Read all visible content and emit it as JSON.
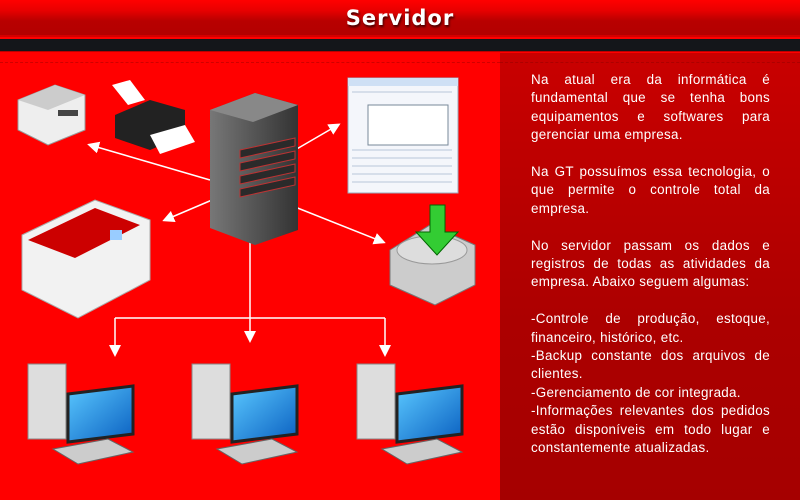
{
  "header": {
    "title": "Servidor"
  },
  "content": {
    "p1": "Na atual era da informática é fundamental que se tenha bons equipamentos e softwares para gerenciar uma empresa.",
    "p2": "Na GT possuímos essa tecnologia, o que permite o controle total da empresa.",
    "p3": "No servidor passam os dados e registros de todas as atividades da empresa. Abaixo seguem algumas:",
    "items": [
      "-Controle de produção, estoque, financeiro, histórico, etc.",
      "-Backup constante dos arquivos de clientes.",
      "-Gerenciamento de cor integrada.",
      "-Informações relevantes dos pedidos estão disponíveis em todo lugar e constantemente atualizadas."
    ]
  },
  "colors": {
    "header_red": "#ff0000",
    "panel_left": "#ff0000",
    "panel_right": "#b00000",
    "stripe": "#14161a"
  }
}
